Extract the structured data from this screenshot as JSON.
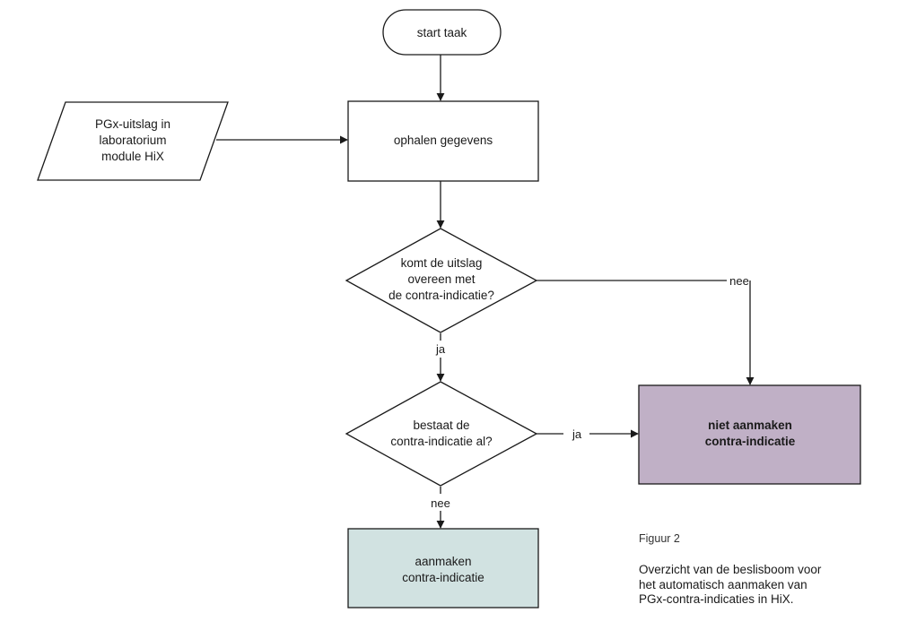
{
  "nodes": {
    "start": {
      "label": "start taak"
    },
    "input": {
      "lines": [
        "PGx-uitslag in",
        "laboratorium",
        "module HiX"
      ]
    },
    "fetch": {
      "label": "ophalen gegevens"
    },
    "decision_match": {
      "lines": [
        "komt de uitslag",
        "overeen met",
        "de contra-indicatie?"
      ]
    },
    "decision_exists": {
      "lines": [
        "bestaat de",
        "contra-indicatie al?"
      ]
    },
    "not_create": {
      "lines": [
        "niet aanmaken",
        "contra-indicatie"
      ]
    },
    "create": {
      "lines": [
        "aanmaken",
        "contra-indicatie"
      ]
    }
  },
  "edges": {
    "match_no": "nee",
    "match_yes": "ja",
    "exists_yes": "ja",
    "exists_no": "nee"
  },
  "colors": {
    "stroke": "#1a1a1a",
    "not_create_fill": "#c0b0c6",
    "create_fill": "#d1e2e1"
  },
  "caption": {
    "figure": "Figuur 2",
    "lines": [
      "Overzicht van de beslisboom voor",
      "het automatisch aanmaken van",
      "PGx-contra-indicaties in HiX."
    ]
  }
}
